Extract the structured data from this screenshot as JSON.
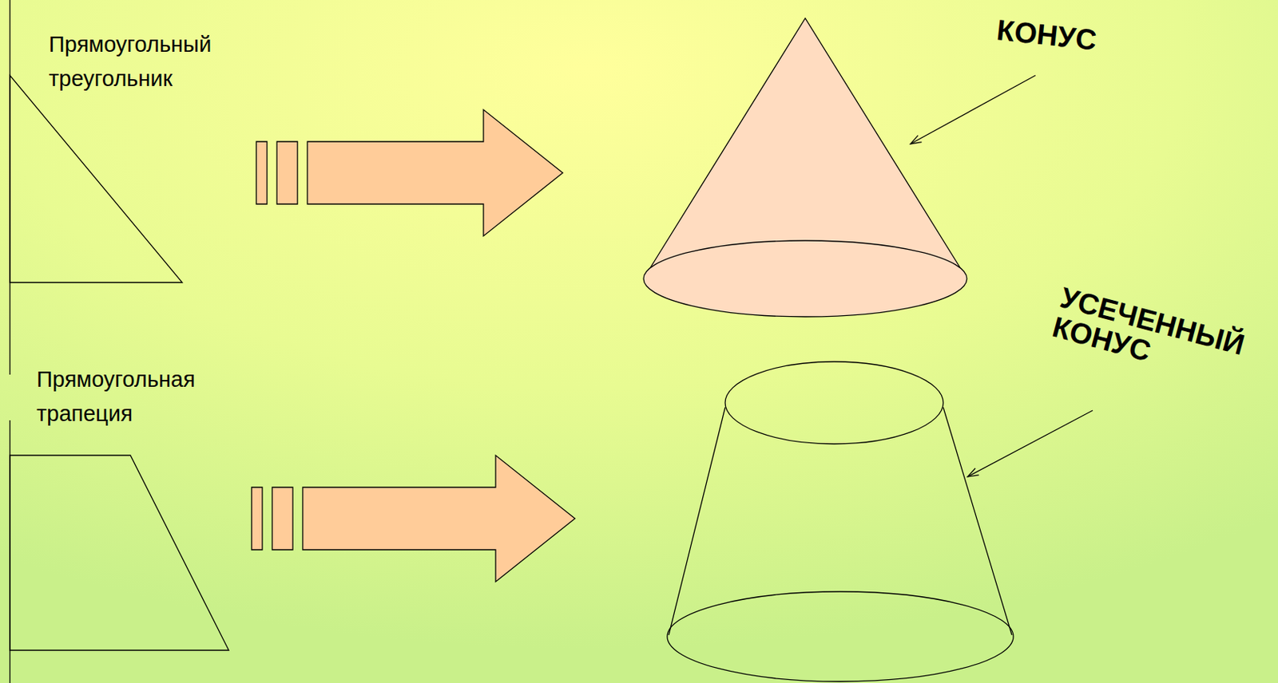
{
  "diagram": {
    "nodes": [
      {
        "text": [
          "Прямоугольный треугольник"
        ]
      },
      {
        "text": [
          "КОНУС"
        ]
      },
      {
        "text": [
          "Прямоугольная трапеция"
        ]
      },
      {
        "text": [
          "УСЕЧЕННЫЙ КОНУС"
        ]
      }
    ],
    "edges": [
      {
        "from": 0,
        "to": 1,
        "arrow": "to"
      },
      {
        "from": 2,
        "to": 3,
        "arrow": "to"
      }
    ]
  }
}
